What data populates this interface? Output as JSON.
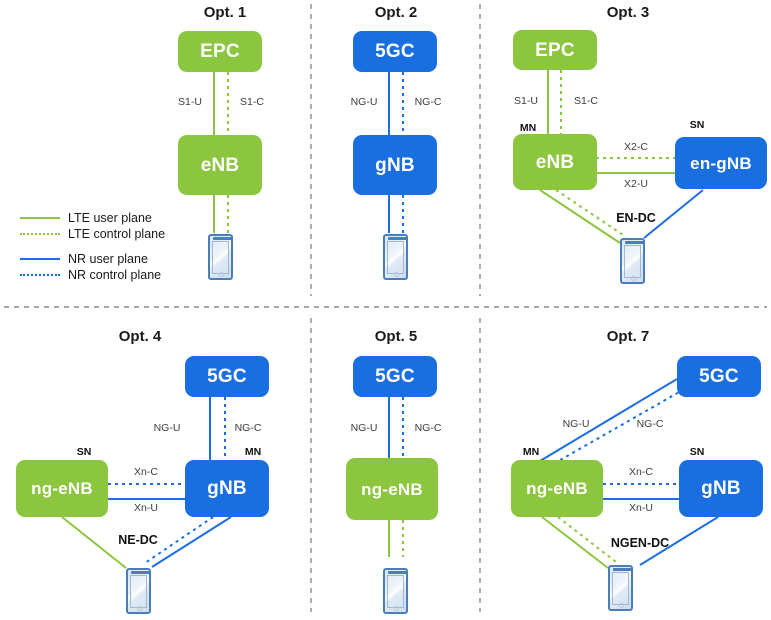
{
  "figure": {
    "title": "5G Deployment Options Architecture Diagram",
    "colors": {
      "lte_green": "#8CC63E",
      "nr_blue": "#1A6FE0",
      "divider_gray": "#8a8a8a",
      "text_dark": "#1a1a1a",
      "ue_border": "#4A7EBB"
    }
  },
  "legend": {
    "items": [
      {
        "label": "LTE user plane",
        "color": "#8CC63E",
        "style": "solid",
        "icon": "line-solid-green-icon"
      },
      {
        "label": "LTE control plane",
        "color": "#8CC63E",
        "style": "dotted",
        "icon": "line-dotted-green-icon"
      },
      {
        "label": "NR user plane",
        "color": "#1A6FE0",
        "style": "solid",
        "icon": "line-solid-blue-icon"
      },
      {
        "label": "NR control plane",
        "color": "#1A6FE0",
        "style": "dotted",
        "icon": "line-dotted-blue-icon"
      }
    ]
  },
  "panels": [
    {
      "id": "opt1",
      "title": "Opt. 1",
      "nodes": [
        {
          "id": "epc",
          "label": "EPC",
          "type": "core",
          "color": "green"
        },
        {
          "id": "enb",
          "label": "eNB",
          "type": "radio",
          "color": "green"
        },
        {
          "id": "ue",
          "label": "UE",
          "type": "ue"
        }
      ],
      "interfaces": [
        {
          "label": "S1-U",
          "from": "epc",
          "to": "enb",
          "plane": "user",
          "tech": "LTE"
        },
        {
          "label": "S1-C",
          "from": "epc",
          "to": "enb",
          "plane": "control",
          "tech": "LTE"
        },
        {
          "label": "",
          "from": "enb",
          "to": "ue",
          "plane": "user",
          "tech": "LTE"
        },
        {
          "label": "",
          "from": "enb",
          "to": "ue",
          "plane": "control",
          "tech": "LTE"
        }
      ],
      "roles": [],
      "dc_label": ""
    },
    {
      "id": "opt2",
      "title": "Opt. 2",
      "nodes": [
        {
          "id": "5gc",
          "label": "5GC",
          "type": "core",
          "color": "blue"
        },
        {
          "id": "gnb",
          "label": "gNB",
          "type": "radio",
          "color": "blue"
        },
        {
          "id": "ue",
          "label": "UE",
          "type": "ue"
        }
      ],
      "interfaces": [
        {
          "label": "NG-U",
          "from": "5gc",
          "to": "gnb",
          "plane": "user",
          "tech": "NR"
        },
        {
          "label": "NG-C",
          "from": "5gc",
          "to": "gnb",
          "plane": "control",
          "tech": "NR"
        },
        {
          "label": "",
          "from": "gnb",
          "to": "ue",
          "plane": "user",
          "tech": "NR"
        },
        {
          "label": "",
          "from": "gnb",
          "to": "ue",
          "plane": "control",
          "tech": "NR"
        }
      ],
      "roles": [],
      "dc_label": ""
    },
    {
      "id": "opt3",
      "title": "Opt. 3",
      "nodes": [
        {
          "id": "epc",
          "label": "EPC",
          "type": "core",
          "color": "green"
        },
        {
          "id": "enb",
          "label": "eNB",
          "type": "radio",
          "color": "green",
          "role": "MN"
        },
        {
          "id": "engnb",
          "label": "en-gNB",
          "type": "radio",
          "color": "blue",
          "role": "SN"
        },
        {
          "id": "ue",
          "label": "UE",
          "type": "ue"
        }
      ],
      "interfaces": [
        {
          "label": "S1-U",
          "from": "epc",
          "to": "enb",
          "plane": "user",
          "tech": "LTE"
        },
        {
          "label": "S1-C",
          "from": "epc",
          "to": "enb",
          "plane": "control",
          "tech": "LTE"
        },
        {
          "label": "X2-C",
          "from": "enb",
          "to": "engnb",
          "plane": "control",
          "tech": "LTE"
        },
        {
          "label": "X2-U",
          "from": "enb",
          "to": "engnb",
          "plane": "user",
          "tech": "LTE"
        },
        {
          "label": "",
          "from": "enb",
          "to": "ue",
          "plane": "user",
          "tech": "LTE"
        },
        {
          "label": "",
          "from": "enb",
          "to": "ue",
          "plane": "control",
          "tech": "LTE"
        },
        {
          "label": "",
          "from": "engnb",
          "to": "ue",
          "plane": "user",
          "tech": "NR"
        }
      ],
      "roles": [
        {
          "node": "enb",
          "label": "MN"
        },
        {
          "node": "engnb",
          "label": "SN"
        }
      ],
      "dc_label": "EN-DC"
    },
    {
      "id": "opt4",
      "title": "Opt. 4",
      "nodes": [
        {
          "id": "5gc",
          "label": "5GC",
          "type": "core",
          "color": "blue"
        },
        {
          "id": "ngenb",
          "label": "ng-eNB",
          "type": "radio",
          "color": "green",
          "role": "SN"
        },
        {
          "id": "gnb",
          "label": "gNB",
          "type": "radio",
          "color": "blue",
          "role": "MN"
        },
        {
          "id": "ue",
          "label": "UE",
          "type": "ue"
        }
      ],
      "interfaces": [
        {
          "label": "NG-U",
          "from": "5gc",
          "to": "gnb",
          "plane": "user",
          "tech": "NR"
        },
        {
          "label": "NG-C",
          "from": "5gc",
          "to": "gnb",
          "plane": "control",
          "tech": "NR"
        },
        {
          "label": "Xn-C",
          "from": "ngenb",
          "to": "gnb",
          "plane": "control",
          "tech": "NR"
        },
        {
          "label": "Xn-U",
          "from": "ngenb",
          "to": "gnb",
          "plane": "user",
          "tech": "NR"
        },
        {
          "label": "",
          "from": "ngenb",
          "to": "ue",
          "plane": "user",
          "tech": "LTE"
        },
        {
          "label": "",
          "from": "gnb",
          "to": "ue",
          "plane": "user",
          "tech": "NR"
        },
        {
          "label": "",
          "from": "gnb",
          "to": "ue",
          "plane": "control",
          "tech": "NR"
        }
      ],
      "roles": [
        {
          "node": "ngenb",
          "label": "SN"
        },
        {
          "node": "gnb",
          "label": "MN"
        }
      ],
      "dc_label": "NE-DC"
    },
    {
      "id": "opt5",
      "title": "Opt. 5",
      "nodes": [
        {
          "id": "5gc",
          "label": "5GC",
          "type": "core",
          "color": "blue"
        },
        {
          "id": "ngenb",
          "label": "ng-eNB",
          "type": "radio",
          "color": "green"
        },
        {
          "id": "ue",
          "label": "UE",
          "type": "ue"
        }
      ],
      "interfaces": [
        {
          "label": "NG-U",
          "from": "5gc",
          "to": "ngenb",
          "plane": "user",
          "tech": "NR"
        },
        {
          "label": "NG-C",
          "from": "5gc",
          "to": "ngenb",
          "plane": "control",
          "tech": "NR"
        },
        {
          "label": "",
          "from": "ngenb",
          "to": "ue",
          "plane": "user",
          "tech": "LTE"
        },
        {
          "label": "",
          "from": "ngenb",
          "to": "ue",
          "plane": "control",
          "tech": "LTE"
        }
      ],
      "roles": [],
      "dc_label": ""
    },
    {
      "id": "opt7",
      "title": "Opt. 7",
      "nodes": [
        {
          "id": "5gc",
          "label": "5GC",
          "type": "core",
          "color": "blue"
        },
        {
          "id": "ngenb",
          "label": "ng-eNB",
          "type": "radio",
          "color": "green",
          "role": "MN"
        },
        {
          "id": "gnb",
          "label": "gNB",
          "type": "radio",
          "color": "blue",
          "role": "SN"
        },
        {
          "id": "ue",
          "label": "UE",
          "type": "ue"
        }
      ],
      "interfaces": [
        {
          "label": "NG-U",
          "from": "ngenb",
          "to": "5gc",
          "plane": "user",
          "tech": "NR"
        },
        {
          "label": "NG-C",
          "from": "ngenb",
          "to": "5gc",
          "plane": "control",
          "tech": "NR"
        },
        {
          "label": "Xn-C",
          "from": "ngenb",
          "to": "gnb",
          "plane": "control",
          "tech": "NR"
        },
        {
          "label": "Xn-U",
          "from": "ngenb",
          "to": "gnb",
          "plane": "user",
          "tech": "NR"
        },
        {
          "label": "",
          "from": "ngenb",
          "to": "ue",
          "plane": "user",
          "tech": "LTE"
        },
        {
          "label": "",
          "from": "ngenb",
          "to": "ue",
          "plane": "control",
          "tech": "LTE"
        },
        {
          "label": "",
          "from": "gnb",
          "to": "ue",
          "plane": "user",
          "tech": "NR"
        }
      ],
      "roles": [
        {
          "node": "ngenb",
          "label": "MN"
        },
        {
          "node": "gnb",
          "label": "SN"
        }
      ],
      "dc_label": "NGEN-DC"
    }
  ],
  "labels": {
    "opt1": {
      "title": "Opt. 1",
      "epc": "EPC",
      "enb": "eNB",
      "s1u": "S1-U",
      "s1c": "S1-C"
    },
    "opt2": {
      "title": "Opt. 2",
      "c5gc": "5GC",
      "gnb": "gNB",
      "ngu": "NG-U",
      "ngc": "NG-C"
    },
    "opt3": {
      "title": "Opt. 3",
      "epc": "EPC",
      "enb": "eNB",
      "engnb": "en-gNB",
      "s1u": "S1-U",
      "s1c": "S1-C",
      "x2c": "X2-C",
      "x2u": "X2-U",
      "mn": "MN",
      "sn": "SN",
      "dc": "EN-DC"
    },
    "opt4": {
      "title": "Opt. 4",
      "c5gc": "5GC",
      "ngenb": "ng-eNB",
      "gnb": "gNB",
      "ngu": "NG-U",
      "ngc": "NG-C",
      "xnc": "Xn-C",
      "xnu": "Xn-U",
      "sn": "SN",
      "mn": "MN",
      "dc": "NE-DC"
    },
    "opt5": {
      "title": "Opt. 5",
      "c5gc": "5GC",
      "ngenb": "ng-eNB",
      "ngu": "NG-U",
      "ngc": "NG-C"
    },
    "opt7": {
      "title": "Opt. 7",
      "c5gc": "5GC",
      "ngenb": "ng-eNB",
      "gnb": "gNB",
      "ngu": "NG-U",
      "ngc": "NG-C",
      "xnc": "Xn-C",
      "xnu": "Xn-U",
      "mn": "MN",
      "sn": "SN",
      "dc": "NGEN-DC"
    },
    "legend": {
      "lte_user": "LTE user plane",
      "lte_control": "LTE control plane",
      "nr_user": "NR user plane",
      "nr_control": "NR control plane"
    }
  }
}
